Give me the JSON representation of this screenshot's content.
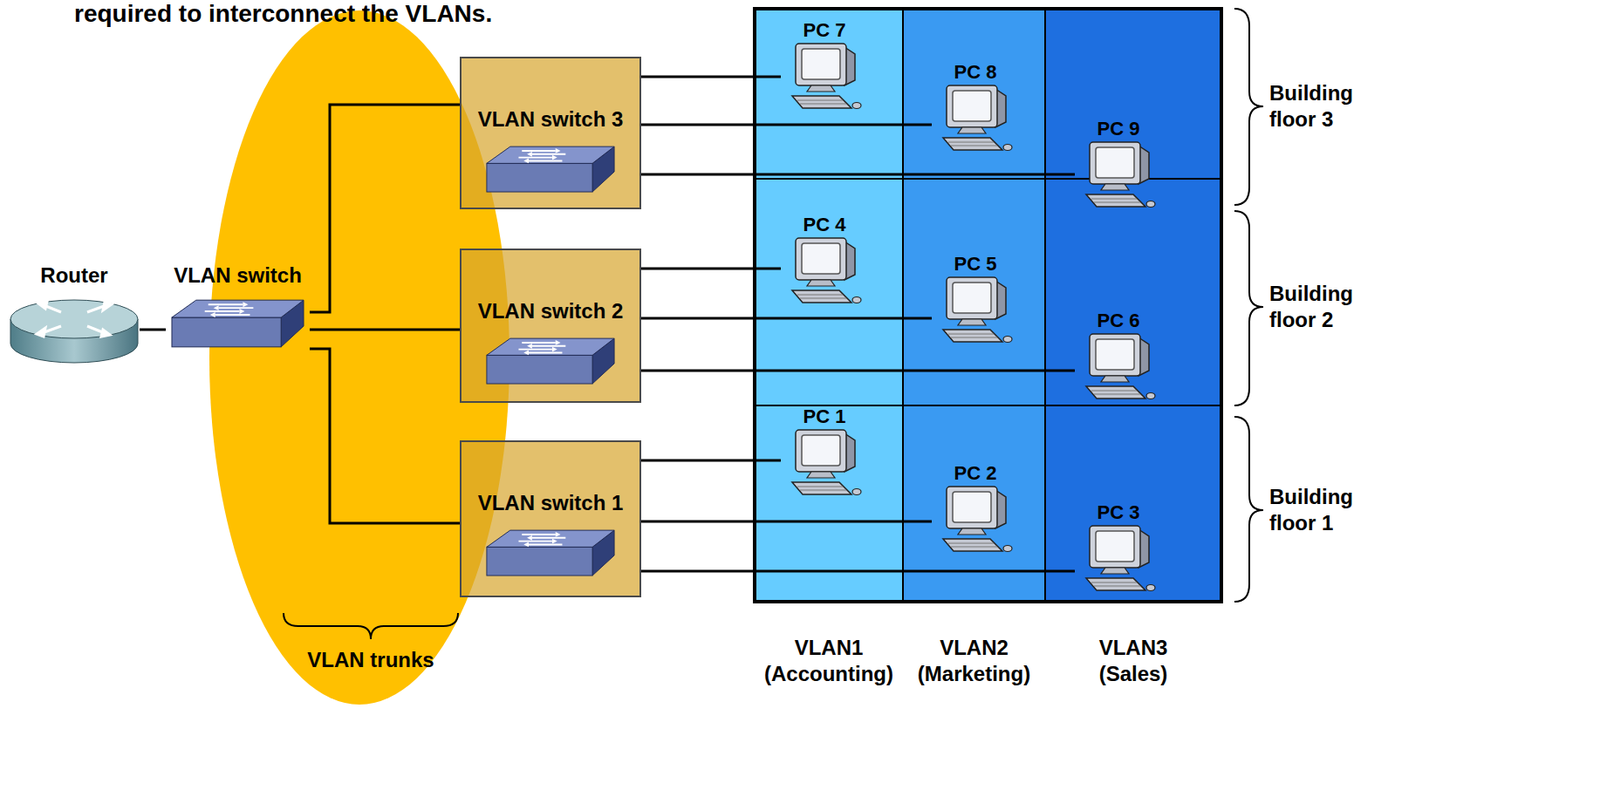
{
  "diagram": {
    "nodes": [
      {
        "text": [
          "Router"
        ]
      },
      {
        "text": [
          "VLAN switch"
        ]
      },
      {
        "text": [
          "VLAN switch 3"
        ]
      },
      {
        "text": [
          "VLAN switch 2"
        ]
      },
      {
        "text": [
          "VLAN switch 1"
        ]
      },
      {
        "text": [
          "VLAN1 (Accounting)"
        ]
      },
      {
        "text": [
          "VLAN2 (Marketing)"
        ]
      },
      {
        "text": [
          "VLAN3 (Sales)"
        ]
      },
      {
        "text": [
          "PC 7"
        ],
        "in": 5
      },
      {
        "text": [
          "PC 8"
        ],
        "in": 6
      },
      {
        "text": [
          "PC 9"
        ],
        "in": 7
      },
      {
        "text": [
          "PC 4"
        ],
        "in": 5
      },
      {
        "text": [
          "PC 5"
        ],
        "in": 6
      },
      {
        "text": [
          "PC 6"
        ],
        "in": 7
      },
      {
        "text": [
          "PC 1"
        ],
        "in": 5
      },
      {
        "text": [
          "PC 2"
        ],
        "in": 6
      },
      {
        "text": [
          "PC 3"
        ],
        "in": 7
      }
    ],
    "edges": [
      {
        "from": 0,
        "to": 1,
        "arrow": "none"
      },
      {
        "from": 1,
        "to": 2,
        "arrow": "none"
      },
      {
        "from": 1,
        "to": 3,
        "arrow": "none"
      },
      {
        "from": 1,
        "to": 4,
        "arrow": "none"
      },
      {
        "from": 2,
        "to": 8,
        "arrow": "none"
      },
      {
        "from": 2,
        "to": 9,
        "arrow": "none"
      },
      {
        "from": 2,
        "to": 10,
        "arrow": "none"
      },
      {
        "from": 3,
        "to": 11,
        "arrow": "none"
      },
      {
        "from": 3,
        "to": 12,
        "arrow": "none"
      },
      {
        "from": 3,
        "to": 13,
        "arrow": "none"
      },
      {
        "from": 4,
        "to": 14,
        "arrow": "none"
      },
      {
        "from": 4,
        "to": 15,
        "arrow": "none"
      },
      {
        "from": 4,
        "to": 16,
        "arrow": "none"
      }
    ],
    "labels": [
      "required to interconnect the VLANs.",
      "Building floor 3",
      "Building floor 2",
      "Building floor 1",
      "VLAN trunks"
    ]
  }
}
